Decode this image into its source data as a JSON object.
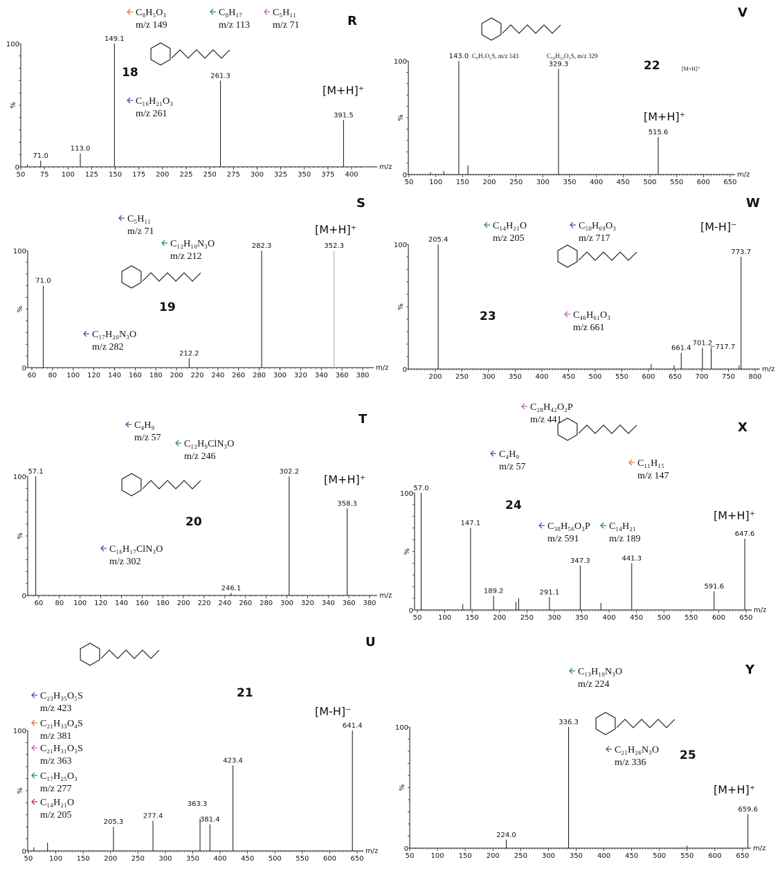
{
  "colors": {
    "orange": "#e8703a",
    "green": "#2e8b57",
    "pink": "#c060c0",
    "blue": "#3a5aa8",
    "red": "#d03030",
    "axis": "#111111",
    "gray_peak": "#aaaaaa"
  },
  "chart_data": [
    {
      "panel": "R",
      "type": "bar",
      "compound": "18",
      "ion": "[M+H]⁺",
      "xlabel": "m/z",
      "ylabel": "%",
      "ylim": [
        0,
        100
      ],
      "ytick_labels": [
        "0",
        "100"
      ],
      "xlim": [
        50,
        410
      ],
      "xtick_labels": [
        "50",
        "75",
        "100",
        "125",
        "150",
        "175",
        "200",
        "225",
        "250",
        "275",
        "300",
        "325",
        "350",
        "375",
        "400"
      ],
      "peaks": [
        {
          "mz": 57,
          "intensity": 2
        },
        {
          "mz": 71.0,
          "intensity": 5,
          "label": "71.0"
        },
        {
          "mz": 113.0,
          "intensity": 11,
          "label": "113.0"
        },
        {
          "mz": 149.1,
          "intensity": 100,
          "label": "149.1"
        },
        {
          "mz": 261.3,
          "intensity": 70,
          "label": "261.3"
        },
        {
          "mz": 391.5,
          "intensity": 38,
          "label": "391.5"
        }
      ],
      "fragments": [
        {
          "formula": "C₈H₅O₃",
          "mz": "m/z 149",
          "color": "orange"
        },
        {
          "formula": "C₈H₁₇",
          "mz": "m/z 113",
          "color": "green"
        },
        {
          "formula": "C₅H₁₁",
          "mz": "m/z 71",
          "color": "pink"
        },
        {
          "formula": "C₁₆H₂₁O₃",
          "mz": "m/z 261",
          "color": "blue"
        }
      ]
    },
    {
      "panel": "V",
      "type": "bar",
      "compound": "22",
      "ion": "[M+H]⁺",
      "parent_note": "[M+H]⁺",
      "xlabel": "m/z",
      "ylabel": "%",
      "ylim": [
        0,
        100
      ],
      "ytick_labels": [
        "0",
        "100"
      ],
      "xlim": [
        50,
        660
      ],
      "xtick_labels": [
        "50",
        "100",
        "150",
        "200",
        "250",
        "300",
        "350",
        "400",
        "450",
        "500",
        "550",
        "600",
        "650"
      ],
      "peaks": [
        {
          "mz": 90,
          "intensity": 2
        },
        {
          "mz": 115,
          "intensity": 3
        },
        {
          "mz": 143.0,
          "intensity": 100,
          "label": "143.0"
        },
        {
          "mz": 160,
          "intensity": 8
        },
        {
          "mz": 329.3,
          "intensity": 93,
          "label": "329.3"
        },
        {
          "mz": 515.6,
          "intensity": 33,
          "label": "515.6"
        }
      ],
      "fragments": [
        {
          "formula": "C₆H₇O₂S, m/z 143",
          "mz": "",
          "color": "axis"
        },
        {
          "formula": "C₁₈H₃₃O₃S, m/z 329",
          "mz": "",
          "color": "axis"
        }
      ]
    },
    {
      "panel": "S",
      "type": "bar",
      "compound": "19",
      "ion": "[M+H]⁺",
      "xlabel": "m/z",
      "ylabel": "%",
      "ylim": [
        0,
        100
      ],
      "ytick_labels": [
        "0",
        "100"
      ],
      "xlim": [
        56,
        385
      ],
      "xtick_labels": [
        "60",
        "80",
        "100",
        "120",
        "140",
        "160",
        "180",
        "200",
        "220",
        "240",
        "260",
        "280",
        "300",
        "320",
        "340",
        "360",
        "380"
      ],
      "peaks": [
        {
          "mz": 71.0,
          "intensity": 70,
          "label": "71.0"
        },
        {
          "mz": 212.2,
          "intensity": 8,
          "label": "212.2"
        },
        {
          "mz": 282.3,
          "intensity": 100,
          "label": "282.3"
        },
        {
          "mz": 352.3,
          "intensity": 100,
          "label": "352.3",
          "gray": true
        }
      ],
      "fragments": [
        {
          "formula": "C₅H₁₁",
          "mz": "m/z 71",
          "color": "blue"
        },
        {
          "formula": "C₁₂H₁₀N₃O",
          "mz": "m/z 212",
          "color": "green"
        },
        {
          "formula": "C₁₇H₂₀N₃O",
          "mz": "m/z 282",
          "color": "blue"
        }
      ]
    },
    {
      "panel": "W",
      "type": "bar",
      "compound": "23",
      "ion": "[M-H]⁻",
      "xlabel": "m/z",
      "ylabel": "%",
      "ylim": [
        0,
        100
      ],
      "ytick_labels": [
        "0",
        "100"
      ],
      "xlim": [
        150,
        810
      ],
      "xtick_labels": [
        "200",
        "250",
        "300",
        "350",
        "400",
        "450",
        "500",
        "550",
        "600",
        "650",
        "700",
        "750",
        "800"
      ],
      "peaks": [
        {
          "mz": 205.4,
          "intensity": 100,
          "label": "205.4"
        },
        {
          "mz": 605,
          "intensity": 4
        },
        {
          "mz": 648,
          "intensity": 3
        },
        {
          "mz": 661.4,
          "intensity": 13,
          "label": "661.4"
        },
        {
          "mz": 701.2,
          "intensity": 17,
          "label": "701.2"
        },
        {
          "mz": 717.7,
          "intensity": 16,
          "label": "717.7"
        },
        {
          "mz": 770,
          "intensity": 3
        },
        {
          "mz": 773.7,
          "intensity": 90,
          "label": "773.7"
        }
      ],
      "fragments": [
        {
          "formula": "C₁₄H₂₁O",
          "mz": "m/z 205",
          "color": "green"
        },
        {
          "formula": "C₅₀H₆₉O₃",
          "mz": "m/z 717",
          "color": "blue"
        },
        {
          "formula": "C₄₆H₆₁O₃",
          "mz": "m/z 661",
          "color": "pink"
        }
      ]
    },
    {
      "panel": "T",
      "type": "bar",
      "compound": "20",
      "ion": "[M+H]⁺",
      "xlabel": "m/z",
      "ylabel": "%",
      "ylim": [
        0,
        100
      ],
      "ytick_labels": [
        "0",
        "100"
      ],
      "xlim": [
        50,
        385
      ],
      "xtick_labels": [
        "60",
        "80",
        "100",
        "120",
        "140",
        "160",
        "180",
        "200",
        "220",
        "240",
        "260",
        "280",
        "300",
        "320",
        "340",
        "360",
        "380"
      ],
      "peaks": [
        {
          "mz": 57.1,
          "intensity": 100,
          "label": "57.1"
        },
        {
          "mz": 246.1,
          "intensity": 2,
          "label": "246.1"
        },
        {
          "mz": 302.2,
          "intensity": 100,
          "label": "302.2"
        },
        {
          "mz": 358.3,
          "intensity": 73,
          "label": "358.3"
        }
      ],
      "fragments": [
        {
          "formula": "C₄H₉",
          "mz": "m/z 57",
          "color": "blue"
        },
        {
          "formula": "C₁₂H₉ClN₃O",
          "mz": "m/z 246",
          "color": "green"
        },
        {
          "formula": "C₁₆H₁₇ClN₃O",
          "mz": "m/z 302",
          "color": "blue"
        }
      ]
    },
    {
      "panel": "X",
      "type": "bar",
      "compound": "24",
      "ion": "[M+H]⁺",
      "xlabel": "m/z",
      "ylabel": "%",
      "ylim": [
        0,
        100
      ],
      "ytick_labels": [
        "0",
        "100"
      ],
      "xlim": [
        50,
        660
      ],
      "xtick_labels": [
        "50",
        "100",
        "150",
        "200",
        "250",
        "300",
        "350",
        "400",
        "450",
        "500",
        "550",
        "600",
        "650"
      ],
      "peaks": [
        {
          "mz": 57.0,
          "intensity": 100,
          "label": "57.0"
        },
        {
          "mz": 133,
          "intensity": 5
        },
        {
          "mz": 147.1,
          "intensity": 70,
          "label": "147.1"
        },
        {
          "mz": 189.2,
          "intensity": 12,
          "label": "189.2"
        },
        {
          "mz": 230,
          "intensity": 7
        },
        {
          "mz": 235,
          "intensity": 10
        },
        {
          "mz": 291.1,
          "intensity": 11,
          "label": "291.1"
        },
        {
          "mz": 347.3,
          "intensity": 38,
          "label": "347.3"
        },
        {
          "mz": 385,
          "intensity": 6
        },
        {
          "mz": 441.3,
          "intensity": 40,
          "label": "441.3"
        },
        {
          "mz": 591.6,
          "intensity": 16,
          "label": "591.6"
        },
        {
          "mz": 647.6,
          "intensity": 61,
          "label": "647.6"
        }
      ],
      "fragments": [
        {
          "formula": "C₂₈H₄₂O₂P",
          "mz": "m/z 441",
          "color": "pink"
        },
        {
          "formula": "C₄H₉",
          "mz": "m/z 57",
          "color": "blue"
        },
        {
          "formula": "C₁₁H₁₅",
          "mz": "m/z 147",
          "color": "orange"
        },
        {
          "formula": "C₃₈H₅₆O₃P",
          "mz": "m/z 591",
          "color": "blue"
        },
        {
          "formula": "C₁₄H₂₁",
          "mz": "m/z 189",
          "color": "green"
        }
      ]
    },
    {
      "panel": "U",
      "type": "bar",
      "compound": "21",
      "ion": "[M-H]⁻",
      "xlabel": "m/z",
      "ylabel": "%",
      "ylim": [
        0,
        100
      ],
      "ytick_labels": [
        "0",
        "100"
      ],
      "xlim": [
        50,
        660
      ],
      "xtick_labels": [
        "50",
        "100",
        "150",
        "200",
        "250",
        "300",
        "350",
        "400",
        "450",
        "500",
        "550",
        "600",
        "650"
      ],
      "peaks": [
        {
          "mz": 60,
          "intensity": 3
        },
        {
          "mz": 85,
          "intensity": 7
        },
        {
          "mz": 205.3,
          "intensity": 20,
          "label": "205.3"
        },
        {
          "mz": 277.4,
          "intensity": 25,
          "label": "277.4"
        },
        {
          "mz": 363.3,
          "intensity": 27,
          "label": "363.3"
        },
        {
          "mz": 381.4,
          "intensity": 22,
          "label": "381.4"
        },
        {
          "mz": 423.4,
          "intensity": 71,
          "label": "423.4"
        },
        {
          "mz": 641.4,
          "intensity": 100,
          "label": "641.4"
        }
      ],
      "fragments": [
        {
          "formula": "C₂₃H₃₅O₅S",
          "mz": "m/z 423",
          "color": "blue"
        },
        {
          "formula": "C₂₁H₃₃O₄S",
          "mz": "m/z 381",
          "color": "orange"
        },
        {
          "formula": "C₂₁H₃₁O₃S",
          "mz": "m/z 363",
          "color": "pink"
        },
        {
          "formula": "C₁₇H₂₅O₃",
          "mz": "m/z 277",
          "color": "green"
        },
        {
          "formula": "C₁₄H₂₁O",
          "mz": "m/z 205",
          "color": "red"
        }
      ]
    },
    {
      "panel": "Y",
      "type": "bar",
      "compound": "25",
      "ion": "[M+H]⁺",
      "xlabel": "m/z",
      "ylabel": "%",
      "ylim": [
        0,
        100
      ],
      "ytick_labels": [
        "0",
        "100"
      ],
      "xlim": [
        50,
        665
      ],
      "xtick_labels": [
        "50",
        "100",
        "150",
        "200",
        "250",
        "300",
        "350",
        "400",
        "450",
        "500",
        "550",
        "600",
        "650"
      ],
      "peaks": [
        {
          "mz": 224.0,
          "intensity": 7,
          "label": "224.0"
        },
        {
          "mz": 336.3,
          "intensity": 100,
          "label": "336.3"
        },
        {
          "mz": 550,
          "intensity": 2
        },
        {
          "mz": 659.6,
          "intensity": 28,
          "label": "659.6"
        }
      ],
      "fragments": [
        {
          "formula": "C₁₃H₁₀N₃O",
          "mz": "m/z 224",
          "color": "green"
        },
        {
          "formula": "C₂₁H₂₆N₃O",
          "mz": "m/z 336",
          "color": "blue"
        }
      ]
    }
  ]
}
